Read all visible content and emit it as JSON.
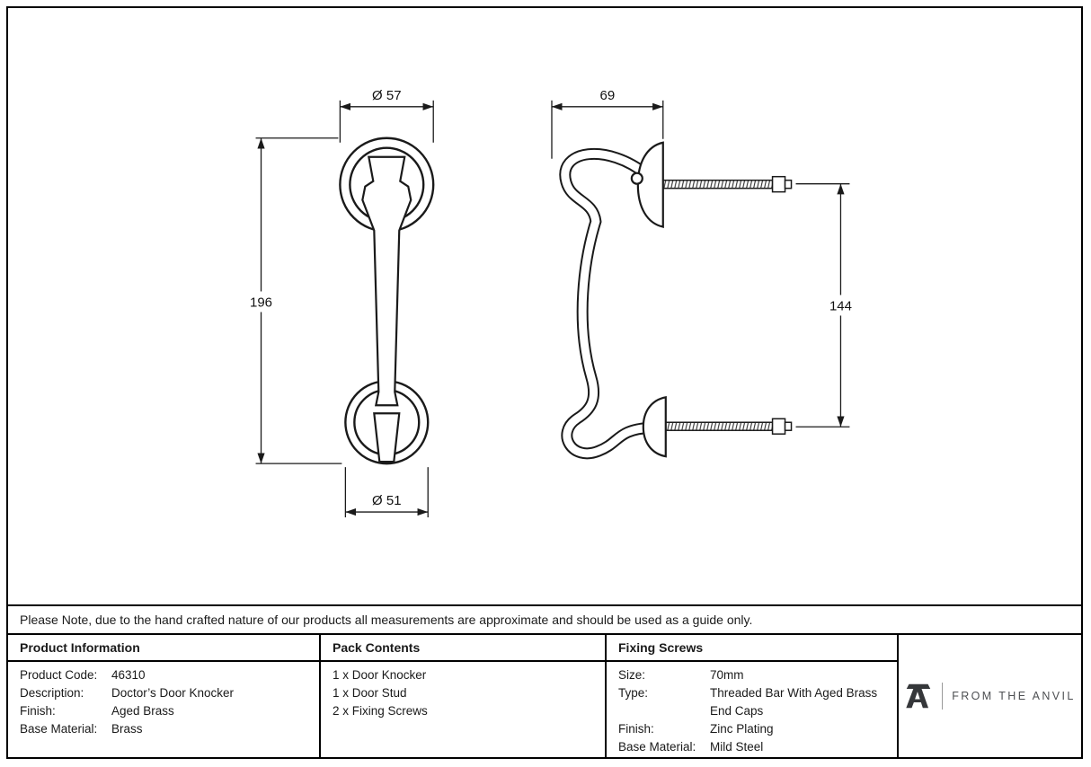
{
  "drawing": {
    "front_view": {
      "diameter_top": "Ø 57",
      "height": "196",
      "diameter_bottom": "Ø 51"
    },
    "side_view": {
      "width": "69",
      "height": "144"
    }
  },
  "note": "Please Note, due to the hand crafted nature of our products all measurements are approximate and should be used as a guide only.",
  "table": {
    "product_information": {
      "header": "Product Information",
      "rows": [
        {
          "label": "Product Code:",
          "value": "46310"
        },
        {
          "label": "Description:",
          "value": "Doctor’s Door Knocker"
        },
        {
          "label": "Finish:",
          "value": "Aged Brass"
        },
        {
          "label": "Base Material:",
          "value": "Brass"
        }
      ]
    },
    "pack_contents": {
      "header": "Pack Contents",
      "items": [
        "1 x Door Knocker",
        "1 x Door Stud",
        "2 x Fixing Screws"
      ]
    },
    "fixing_screws": {
      "header": "Fixing Screws",
      "rows": [
        {
          "label": "Size:",
          "value": "70mm"
        },
        {
          "label": "Type:",
          "value": "Threaded Bar With Aged Brass",
          "value2": "End Caps"
        },
        {
          "label": "Finish:",
          "value": "Zinc Plating"
        },
        {
          "label": "Base Material:",
          "value": "Mild Steel"
        }
      ]
    }
  },
  "brand": {
    "name": "FROM THE ANVIL"
  }
}
